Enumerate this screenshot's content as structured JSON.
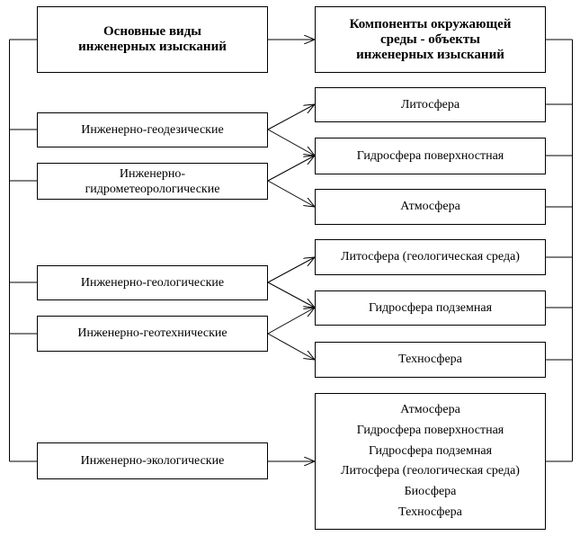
{
  "header_left": [
    "Основные виды",
    "инженерных изысканий"
  ],
  "header_right": [
    "Компоненты окружающей",
    "среды - объекты",
    "инженерных изысканий"
  ],
  "survey_types": {
    "geodetic": "Инженерно-геодезические",
    "hydromet": [
      "Инженерно-",
      "гидрометеорологические"
    ],
    "geologic": "Инженерно-геологические",
    "geotech": "Инженерно-геотехнические",
    "ecologic": "Инженерно-экологические"
  },
  "components": {
    "lithosphere": "Литосфера",
    "hydro_surface": "Гидросфера поверхностная",
    "atmosphere": "Атмосфера",
    "litho_geo": "Литосфера (геологическая среда)",
    "hydro_under": "Гидросфера подземная",
    "technosphere": "Техносфера"
  },
  "ecology_components": [
    "Атмосфера",
    "Гидросфера поверхностная",
    "Гидросфера подземная",
    "Литосфера (геологическая среда)",
    "Биосфера",
    "Техносфера"
  ]
}
